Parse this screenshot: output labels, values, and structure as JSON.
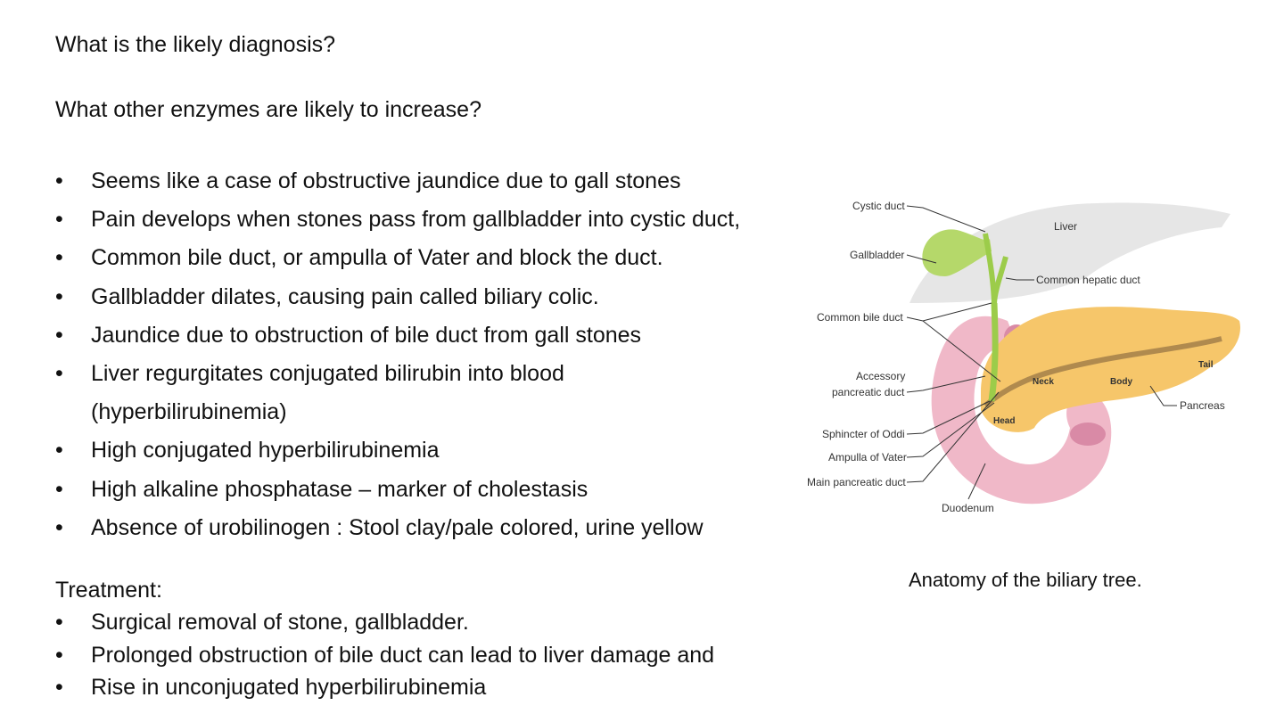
{
  "questions": {
    "q1": "What is the likely diagnosis?",
    "q2": "What other enzymes are likely to increase?"
  },
  "bullet_glyph": "•",
  "findings": [
    "Seems like a case of obstructive jaundice due to gall stones",
    "Pain develops when stones pass from gallbladder into cystic duct,",
    "Common bile duct, or ampulla of Vater and block the duct.",
    "Gallbladder dilates, causing pain called biliary colic.",
    "Jaundice due to obstruction of bile duct from gall stones",
    "Liver regurgitates conjugated bilirubin into blood (hyperbilirubinemia)",
    "High conjugated hyperbilirubinemia",
    "High alkaline phosphatase – marker of cholestasis",
    "Absence of urobilinogen : Stool clay/pale colored, urine yellow"
  ],
  "treatment": {
    "heading": "Treatment:",
    "items": [
      "Surgical removal of stone, gallbladder.",
      "Prolonged obstruction of bile duct can lead to liver damage and",
      "Rise in unconjugated hyperbilirubinemia"
    ]
  },
  "diagram": {
    "labels": {
      "cystic_duct": "Cystic duct",
      "liver": "Liver",
      "gallbladder": "Gallbladder",
      "common_hepatic_duct": "Common hepatic duct",
      "common_bile_duct": "Common bile duct",
      "accessory_line1": "Accessory",
      "accessory_line2": "pancreatic duct",
      "neck": "Neck",
      "body": "Body",
      "tail": "Tail",
      "head": "Head",
      "pancreas": "Pancreas",
      "sphincter": "Sphincter of Oddi",
      "ampulla": "Ampulla of Vater",
      "main_duct": "Main pancreatic duct",
      "duodenum": "Duodenum"
    },
    "caption": "Anatomy of the biliary tree."
  },
  "colors": {
    "text": "#111111",
    "liver": "#e6e6e6",
    "gallbladder": "#b5d86a",
    "pancreas": "#f6c66a",
    "duodenum": "#f0b8c8",
    "duct": "#b08a4e"
  }
}
